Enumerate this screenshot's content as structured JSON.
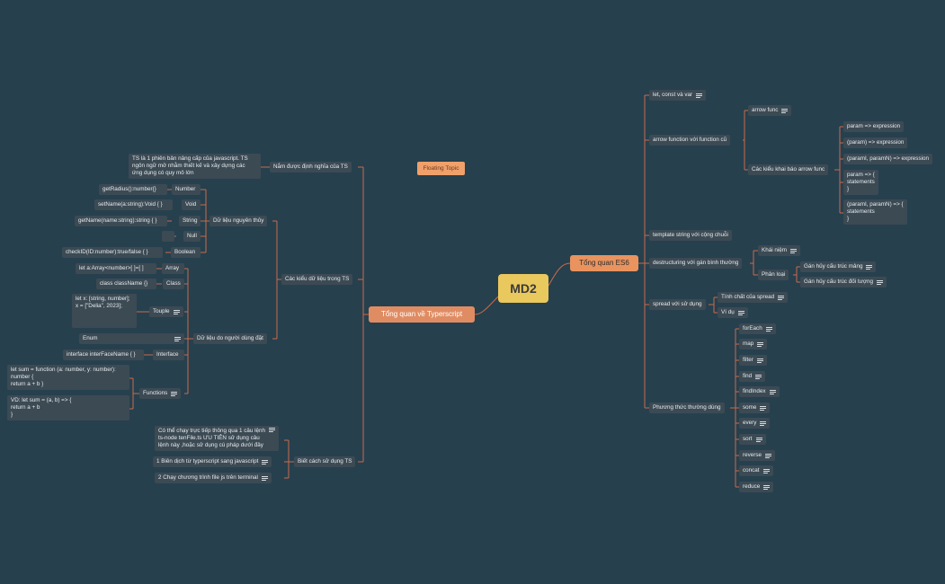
{
  "root": "MD2",
  "floating_topic": "Floating Topic",
  "right": {
    "title": "Tổng quan ES6",
    "let_const": "let, const và var",
    "arrow": {
      "title": "arrow function với function cũ",
      "arrow_func": "arrow func",
      "declare": "Các kiểu khai báo arrow func",
      "forms": [
        "param => expression",
        "(param) => expression",
        "(paramI, paramN) => expression",
        "param => {\nstatements\n}",
        "(paramI, paramN) => {\nstatements\n}"
      ]
    },
    "template": "template string với cộng chuỗi",
    "destructuring": {
      "title": "destructuring với gán bình thường",
      "concept": "Khái niệm",
      "classify": "Phân loại",
      "array": "Gán hủy cấu trúc mảng",
      "object": "Gán hủy cấu trúc đối tượng"
    },
    "spread": {
      "title": "spread với sử dụng",
      "property": "Tính chất của spread",
      "example": "Ví dụ"
    },
    "methods": {
      "title": "Phương thức thường dùng",
      "items": [
        "forEach",
        "map",
        "filter",
        "find",
        "findIndex",
        "some",
        "every",
        "sort",
        "reverse",
        "concat",
        "reduce"
      ]
    }
  },
  "left": {
    "title": "Tổng quan về Typerscript",
    "definition": {
      "title": "Nắm được định nghĩa của TS",
      "text": "TS là 1 phiên bản nâng cấp của javascript. TS\nngôn ngữ mở nhằm thiết kế và xây dựng các\nứng dụng có quy mô lớn"
    },
    "types": {
      "title": "Các kiểu dữ liệu trong TS",
      "primitive": {
        "title": "Dữ liệu nguyên thủy",
        "items": [
          {
            "type": "Number",
            "example": "getRadius():number{}"
          },
          {
            "type": "Void",
            "example": "setName(a:string):Void {  }"
          },
          {
            "type": "String",
            "example": "getName(name:string):string  {  }"
          },
          {
            "type": "Null",
            "example": ""
          },
          {
            "type": "Boolean",
            "example": "checkID(ID:number):true/false  {  }"
          }
        ]
      },
      "user": {
        "title": "Dữ liệu do người dùng đặt",
        "array_type": "Array",
        "array_example": "let a:Array<number>[ ]=[ ]",
        "class_type": "Class",
        "class_example": "class className {}",
        "tuple_type": "Touple",
        "tuple_example": "let x: [string, number];\nx = [\"Delia\", 2023];",
        "enum_type": "Enum",
        "interface_type": "Interface",
        "interface_example": "interface interFaceName { }",
        "functions_type": "Functions",
        "functions_example1": "let sum = function (a: number, y: number):\nnumber {\n    return a + b  }",
        "functions_example2": "VD:    let  sum = (a, b) => {\n return a + b\n}"
      }
    },
    "usage": {
      "title": "Biết cách sử dụng TS",
      "note": "Có thể chạy trực tiếp thông qua 1 câu lệnh\nts-node tenFile.ts  ƯU TIÊN  sử dụng câu\nlệnh này  ,hoặc sử dụng cú pháp dưới đây",
      "step1": "1  Biên dịch từ typerscript sang javascript",
      "step2": "2  Chạy chương trình file js trên terminal"
    }
  }
}
